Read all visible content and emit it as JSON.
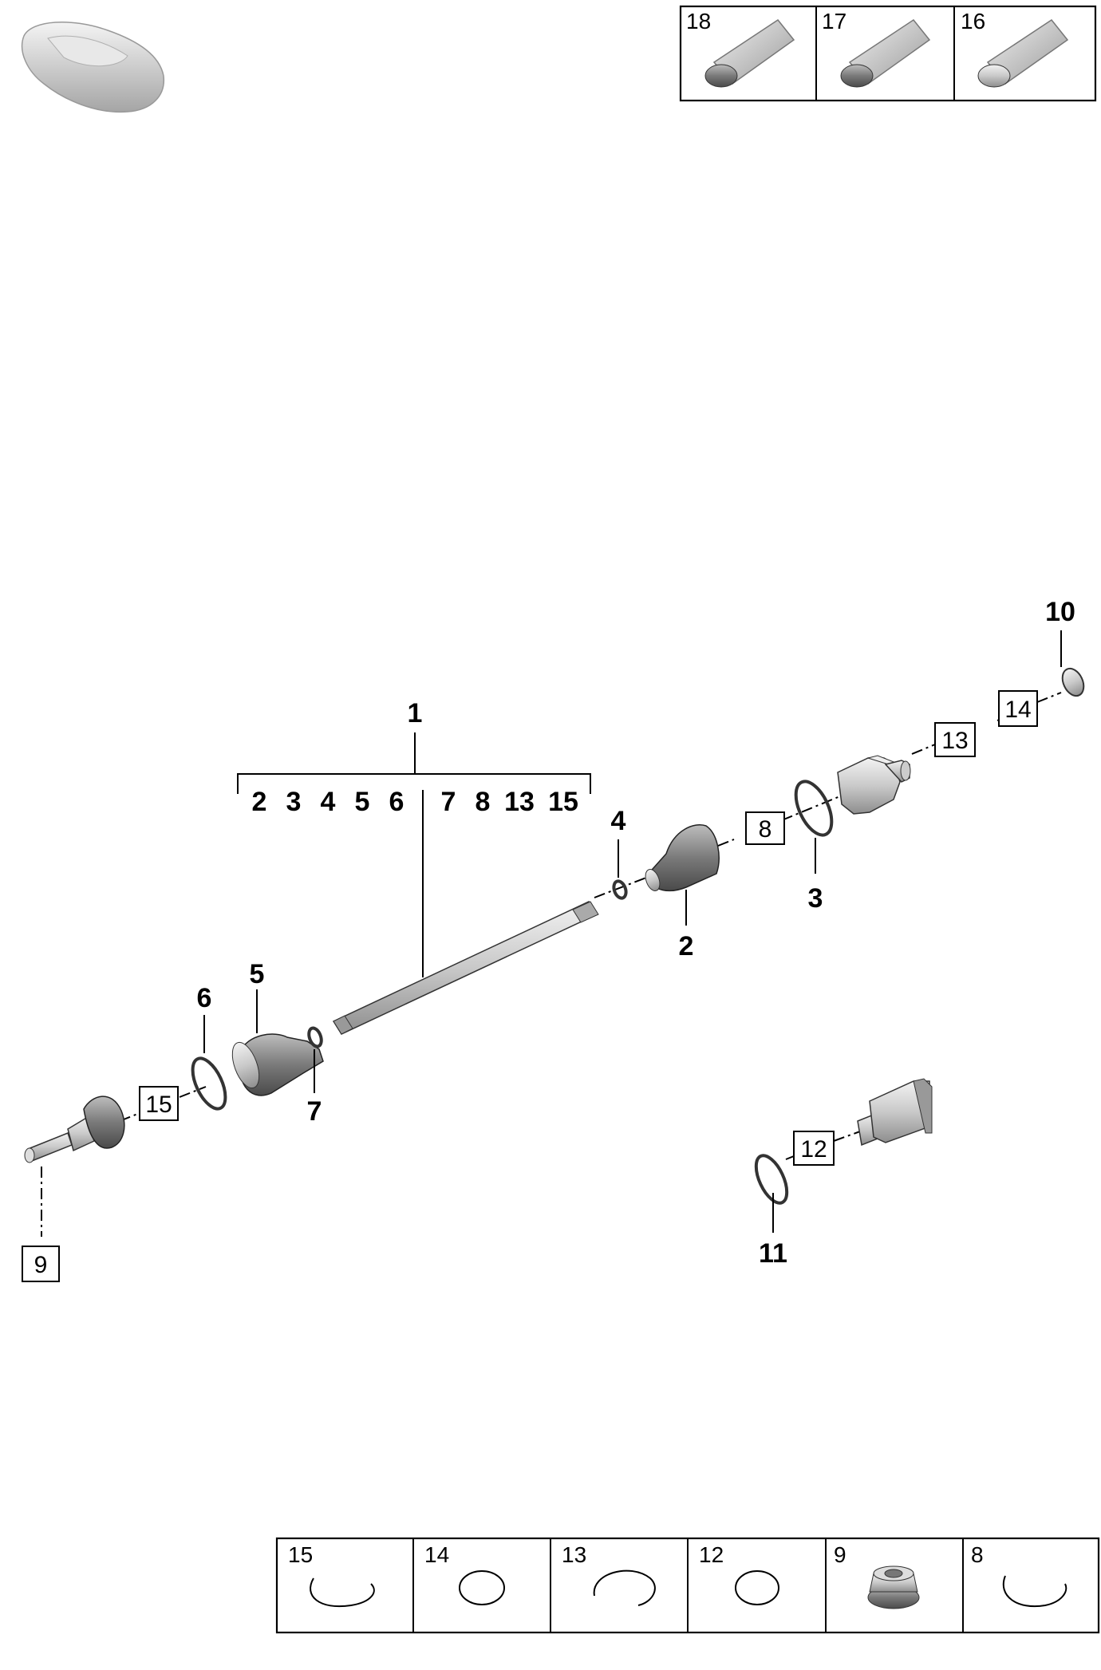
{
  "assembly": {
    "number": "1",
    "includes_left": [
      "2",
      "3",
      "4",
      "5",
      "6"
    ],
    "includes_right": [
      "7",
      "8",
      "13",
      "15"
    ]
  },
  "callouts": {
    "c2": "2",
    "c3": "3",
    "c4": "4",
    "c5": "5",
    "c6": "6",
    "c7": "7",
    "c10": "10",
    "c11": "11"
  },
  "boxed_refs": {
    "b8": "8",
    "b9": "9",
    "b12": "12",
    "b13": "13",
    "b14": "14",
    "b15": "15"
  },
  "top_table": [
    "18",
    "17",
    "16"
  ],
  "bottom_table": [
    "15",
    "14",
    "13",
    "12",
    "9",
    "8"
  ]
}
